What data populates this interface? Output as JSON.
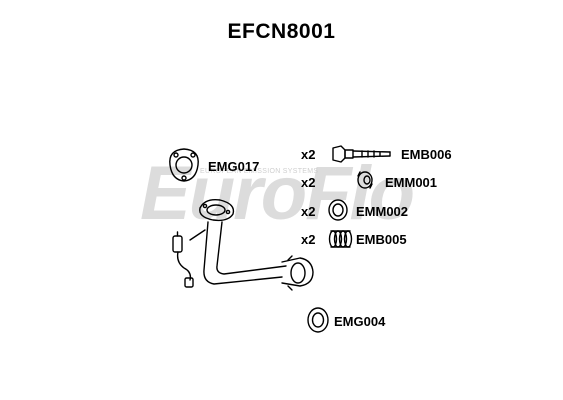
{
  "title": "EFCN8001",
  "watermark": {
    "brand": "EuroFlo",
    "tagline": "EUROPEAN EMISSION SYSTEMS"
  },
  "parts": [
    {
      "code": "EMG017",
      "qty": ""
    },
    {
      "code": "EMB006",
      "qty": "x2"
    },
    {
      "code": "EMM001",
      "qty": "x2"
    },
    {
      "code": "EMM002",
      "qty": "x2"
    },
    {
      "code": "EMB005",
      "qty": "x2"
    },
    {
      "code": "EMG004",
      "qty": ""
    }
  ],
  "colors": {
    "text": "#000000",
    "line": "#000000",
    "watermark": "#dcdcdc",
    "watermark_accent": "#f2b8b8"
  }
}
